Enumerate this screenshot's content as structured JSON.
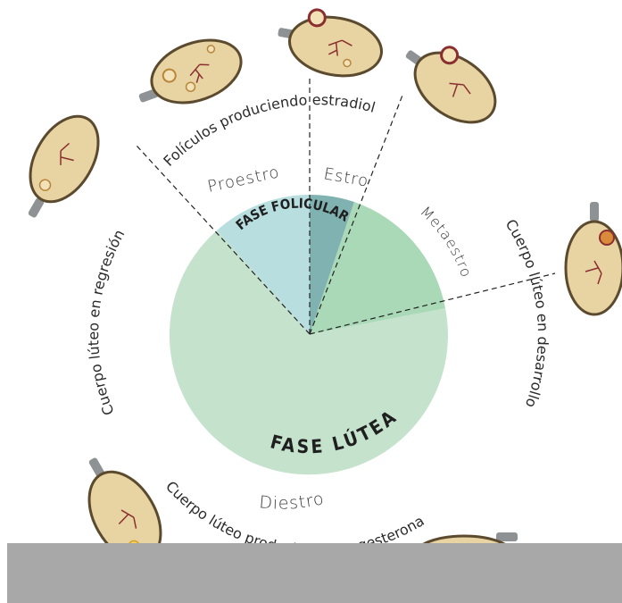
{
  "phases": {
    "folicular": "FASE FOLICULAR",
    "lutea": "FASE LÚTEA"
  },
  "stages": {
    "proestro": "Proestro",
    "estro": "Estro",
    "metaestro": "Metaestro",
    "diestro": "Diestro"
  },
  "arcs": {
    "foliculos": "Folículos produciendo estradiol",
    "desarrollo": "Cuerpo lúteo en desarrollo",
    "progesterona": "Cuerpo lúteo produciendo progesterona",
    "regresion": "Cuerpo lúteo en regresión"
  },
  "colors": {
    "proestro_fill": "#b9dee0",
    "estro_fill": "#7fb2b0",
    "metaestro_fill": "#a9d9b6",
    "diestro_fill": "#c5e2cd",
    "ovary_fill": "#e8d3a3",
    "ovary_stroke": "#5b4a2d",
    "stalk": "#8e9294",
    "vessel": "#8a2f2f"
  }
}
